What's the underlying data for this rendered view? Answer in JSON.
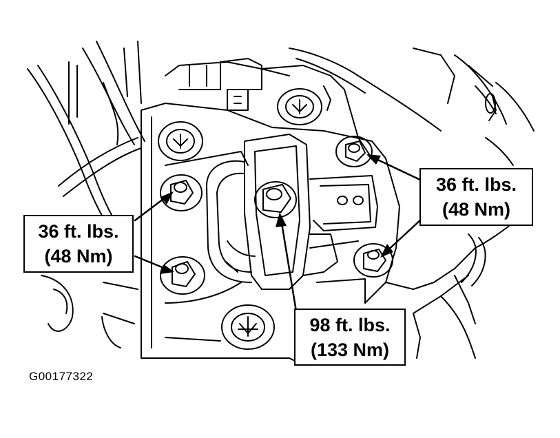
{
  "figure_id": "G00177322",
  "callouts": {
    "right": {
      "line1": "36 ft. lbs.",
      "line2": "(48 Nm)"
    },
    "left": {
      "line1": "36 ft. lbs.",
      "line2": "(48 Nm)"
    },
    "bottom": {
      "line1": "98 ft. lbs.",
      "line2": "(133 Nm)"
    }
  },
  "colors": {
    "line": "#000000",
    "background": "#ffffff"
  }
}
